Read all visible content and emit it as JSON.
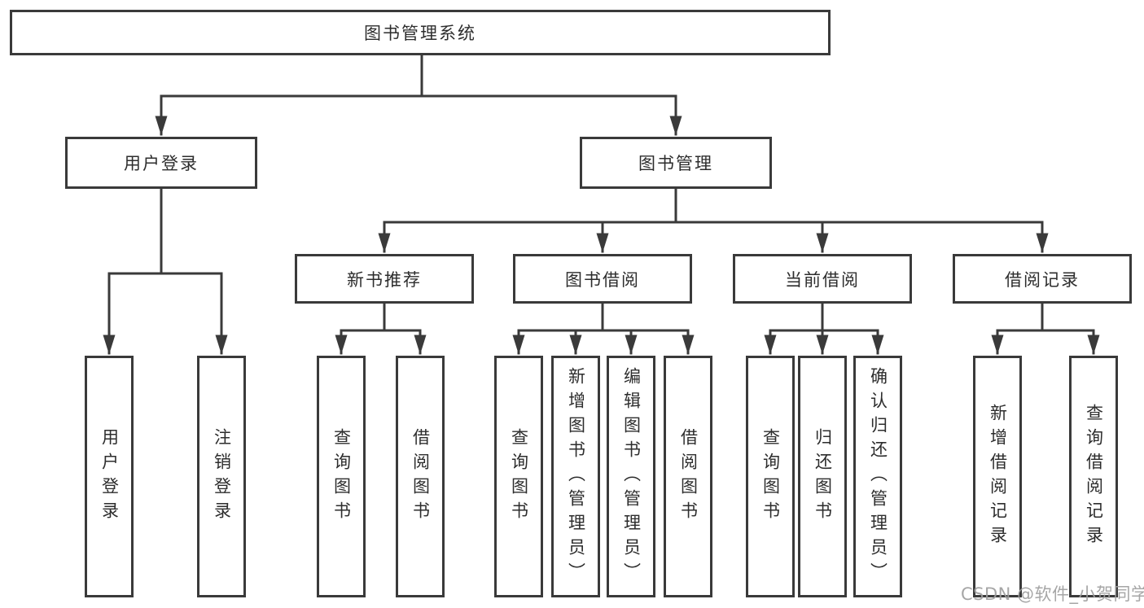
{
  "tree": {
    "root": "图书管理系统",
    "children": [
      {
        "label": "用户登录",
        "children": [
          "用户登录",
          "注销登录"
        ]
      },
      {
        "label": "图书管理",
        "children": [
          {
            "label": "新书推荐",
            "children": [
              "查询图书",
              "借阅图书"
            ]
          },
          {
            "label": "图书借阅",
            "children": [
              "查询图书",
              "新增图书（管理员）",
              "编辑图书（管理员）",
              "借阅图书"
            ]
          },
          {
            "label": "当前借阅",
            "children": [
              "查询图书",
              "归还图书",
              "确认归还（管理员）"
            ]
          },
          {
            "label": "借阅记录",
            "children": [
              "新增借阅记录",
              "查询借阅记录"
            ]
          }
        ]
      }
    ]
  },
  "watermark": "CSDN @软件_小贺同学",
  "colors": {
    "line": "#3a3a3a",
    "box_border": "#3a3a3a",
    "text": "#2d2d2d",
    "watermark": "#9e9e9e",
    "background": "#ffffff"
  }
}
